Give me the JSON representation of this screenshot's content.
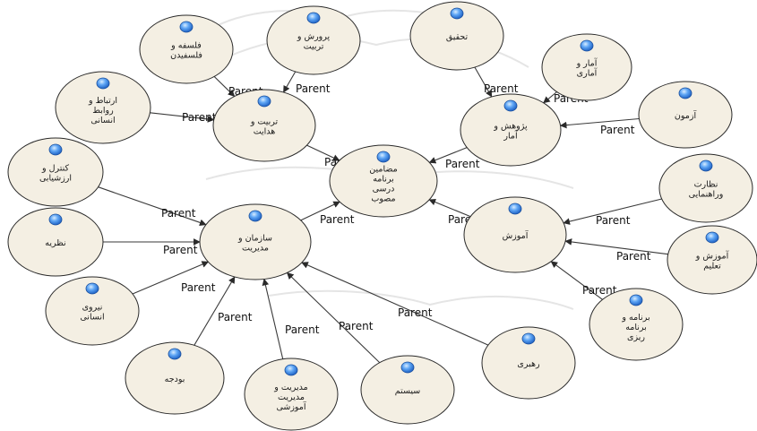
{
  "edge_label": "Parent",
  "nodes": [
    {
      "id": "hub",
      "lines": [
        "مضامین",
        "برنامه",
        "درسی",
        "مصوب"
      ]
    },
    {
      "id": "tarbiat",
      "lines": [
        "تربیت و",
        "هدایت"
      ]
    },
    {
      "id": "falsafe",
      "lines": [
        "فلسفه و",
        "فلسفیدن"
      ]
    },
    {
      "id": "parvaresh",
      "lines": [
        "پرورش و",
        "تربیت"
      ]
    },
    {
      "id": "ertebat",
      "lines": [
        "ارتباط و",
        "روابط",
        "انسانی"
      ]
    },
    {
      "id": "tahghigh",
      "lines": [
        "تحقیق"
      ]
    },
    {
      "id": "amar",
      "lines": [
        "آمار و",
        "آماری"
      ]
    },
    {
      "id": "pajouhesh",
      "lines": [
        "پژوهش و",
        "آمار"
      ]
    },
    {
      "id": "azmoon",
      "lines": [
        "آزمون"
      ]
    },
    {
      "id": "nezarat",
      "lines": [
        "نظارت",
        "وراهنمایی"
      ]
    },
    {
      "id": "amoozesh",
      "lines": [
        "آموزش"
      ]
    },
    {
      "id": "amoozesh_talim",
      "lines": [
        "آموزش و",
        "تعلیم"
      ]
    },
    {
      "id": "barname",
      "lines": [
        "برنامه و",
        "برنامه",
        "ریزی"
      ]
    },
    {
      "id": "sazman",
      "lines": [
        "سازمان و",
        "مدیریت"
      ]
    },
    {
      "id": "control",
      "lines": [
        "کنترل و",
        "ارزشیابی"
      ]
    },
    {
      "id": "nazarie",
      "lines": [
        "نظریه"
      ]
    },
    {
      "id": "niroo",
      "lines": [
        "نیروی",
        "انسانی"
      ]
    },
    {
      "id": "boodje",
      "lines": [
        "بودجه"
      ]
    },
    {
      "id": "modiriat_amoozeshi",
      "lines": [
        "مدیریت و",
        "مدیریت",
        "آموزشی"
      ]
    },
    {
      "id": "system",
      "lines": [
        "سیستم"
      ]
    },
    {
      "id": "rahbari",
      "lines": [
        "رهبری"
      ]
    }
  ],
  "edges": [
    {
      "from": "tarbiat",
      "to": "hub",
      "label": "Parent"
    },
    {
      "from": "pajouhesh",
      "to": "hub",
      "label": "Parent"
    },
    {
      "from": "sazman",
      "to": "hub",
      "label": "Parent"
    },
    {
      "from": "amoozesh",
      "to": "hub",
      "label": "Parent"
    },
    {
      "from": "falsafe",
      "to": "tarbiat",
      "label": "Parent"
    },
    {
      "from": "parvaresh",
      "to": "tarbiat",
      "label": "Parent"
    },
    {
      "from": "ertebat",
      "to": "tarbiat",
      "label": "Parent"
    },
    {
      "from": "tahghigh",
      "to": "pajouhesh",
      "label": "Parent"
    },
    {
      "from": "amar",
      "to": "pajouhesh",
      "label": "Parent"
    },
    {
      "from": "azmoon",
      "to": "pajouhesh",
      "label": "Parent"
    },
    {
      "from": "nezarat",
      "to": "amoozesh",
      "label": "Parent"
    },
    {
      "from": "amoozesh_talim",
      "to": "amoozesh",
      "label": "Parent"
    },
    {
      "from": "barname",
      "to": "amoozesh",
      "label": "Parent"
    },
    {
      "from": "control",
      "to": "sazman",
      "label": "Parent"
    },
    {
      "from": "nazarie",
      "to": "sazman",
      "label": "Parent"
    },
    {
      "from": "niroo",
      "to": "sazman",
      "label": "Parent"
    },
    {
      "from": "boodje",
      "to": "sazman",
      "label": "Parent"
    },
    {
      "from": "modiriat_amoozeshi",
      "to": "sazman",
      "label": "Parent"
    },
    {
      "from": "system",
      "to": "sazman",
      "label": "Parent"
    },
    {
      "from": "rahbari",
      "to": "sazman",
      "label": "Parent"
    }
  ],
  "colors": {
    "node_fill": "#f4efe3",
    "node_stroke": "#2a2a2a",
    "dot_fill": "#2f7fe0",
    "dot_highlight": "#d8ecff",
    "edge": "#3a3a3a",
    "background": "#ffffff"
  },
  "icons": {
    "node_marker": "blue-circle-icon",
    "edge_head": "arrowhead-icon"
  }
}
